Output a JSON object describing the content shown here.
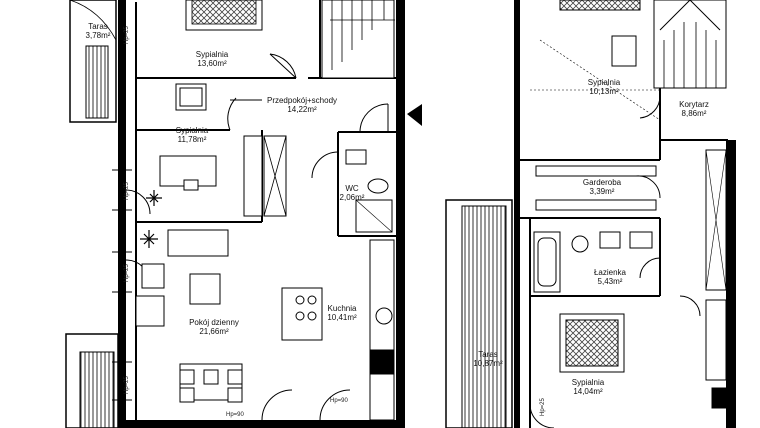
{
  "rooms": [
    {
      "id": "taras-top",
      "name": "Taras",
      "area": "3,78m²"
    },
    {
      "id": "sypialnia-1",
      "name": "Sypialnia",
      "area": "13,60m²"
    },
    {
      "id": "przedpokoj",
      "name": "Przedpokój+schody",
      "area": "14,22m²"
    },
    {
      "id": "sypialnia-2",
      "name": "Sypialnia",
      "area": "11,78m²"
    },
    {
      "id": "wc",
      "name": "WC",
      "area": "2,06m²"
    },
    {
      "id": "pokoj-dzienny",
      "name": "Pokój dzienny",
      "area": "21,66m²"
    },
    {
      "id": "kuchnia",
      "name": "Kuchnia",
      "area": "10,41m²"
    },
    {
      "id": "sypialnia-3",
      "name": "Sypialnia",
      "area": "10,13m²"
    },
    {
      "id": "korytarz",
      "name": "Korytarz",
      "area": "8,86m²"
    },
    {
      "id": "garderoba",
      "name": "Garderoba",
      "area": "3,39m²"
    },
    {
      "id": "lazienka",
      "name": "Łazienka",
      "area": "5,43m²"
    },
    {
      "id": "taras-bottom",
      "name": "Taras",
      "area": "10,87m²"
    },
    {
      "id": "sypialnia-4",
      "name": "Sypialnia",
      "area": "14,04m²"
    }
  ],
  "dimensions": {
    "hp25_a": "Hp=25",
    "hp25_b": "Hp=25",
    "hp25_c": "Hp=25",
    "hp25_d": "Hp=25",
    "hp25_e": "Hp=25",
    "hp90_a": "Hp=90",
    "hp90_b": "Hp=90"
  }
}
